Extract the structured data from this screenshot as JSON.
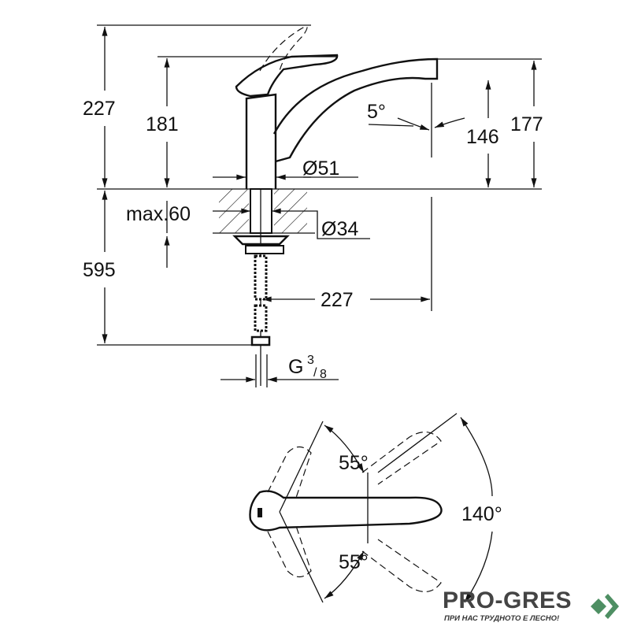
{
  "title": "Faucet dimension drawing",
  "side_view": {
    "total_height": "227",
    "body_height": "181",
    "spout_angle": "5°",
    "spout_outlet_height": "146",
    "spout_height": "177",
    "body_diameter": "Ø51",
    "max_counter_thickness": "max.60",
    "hole_diameter": "Ø34",
    "hose_length": "595",
    "spout_reach": "227",
    "connection": "G",
    "connection_num": "3",
    "connection_den": "8"
  },
  "top_view": {
    "angle_upper": "55°",
    "angle_total": "140°",
    "angle_lower": "55°"
  },
  "logo": {
    "name": "PRO-GRES",
    "tagline": "ПРИ НАС ТРУДНОТО Е ЛЕСНО!",
    "accent_color": "#4e8f63"
  }
}
